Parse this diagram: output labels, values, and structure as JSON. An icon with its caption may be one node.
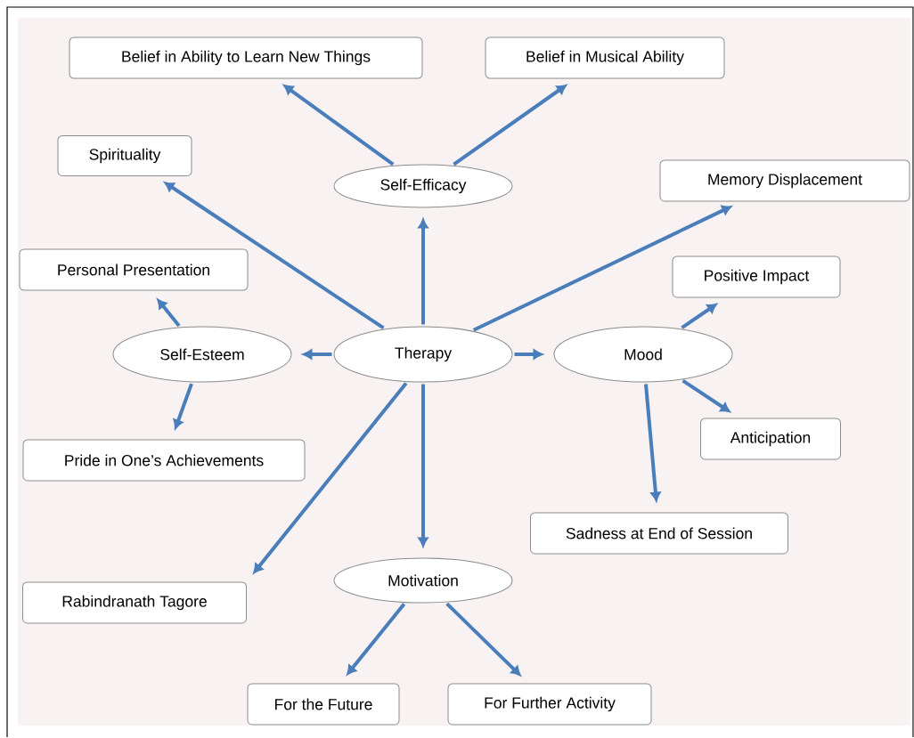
{
  "diagram": {
    "nodes": [
      {
        "text": [
          "Belief in Ability to Learn New Things"
        ]
      },
      {
        "text": [
          "Belief in Musical Ability"
        ]
      },
      {
        "text": [
          "Spirituality"
        ]
      },
      {
        "text": [
          "Self-Efficacy"
        ]
      },
      {
        "text": [
          "Memory Displacement"
        ]
      },
      {
        "text": [
          "Personal Presentation"
        ]
      },
      {
        "text": [
          "Positive Impact"
        ]
      },
      {
        "text": [
          "Self-Esteem"
        ]
      },
      {
        "text": [
          "Therapy"
        ]
      },
      {
        "text": [
          "Mood"
        ]
      },
      {
        "text": [
          "Anticipation"
        ]
      },
      {
        "text": [
          "Pride in One’s Achievements"
        ]
      },
      {
        "text": [
          "Sadness at End of Session"
        ]
      },
      {
        "text": [
          "Motivation"
        ]
      },
      {
        "text": [
          "Rabindranath Tagore"
        ]
      },
      {
        "text": [
          "For the Future"
        ]
      },
      {
        "text": [
          "For Further Activity"
        ]
      }
    ],
    "edges": [
      {
        "from": 8,
        "to": 3,
        "arrow": "to"
      },
      {
        "from": 8,
        "to": 2,
        "arrow": "to"
      },
      {
        "from": 8,
        "to": 4,
        "arrow": "to"
      },
      {
        "from": 8,
        "to": 7,
        "arrow": "to"
      },
      {
        "from": 8,
        "to": 9,
        "arrow": "to"
      },
      {
        "from": 8,
        "to": 13,
        "arrow": "to"
      },
      {
        "from": 8,
        "to": 14,
        "arrow": "to"
      },
      {
        "from": 3,
        "to": 0,
        "arrow": "to"
      },
      {
        "from": 3,
        "to": 1,
        "arrow": "to"
      },
      {
        "from": 7,
        "to": 5,
        "arrow": "to"
      },
      {
        "from": 7,
        "to": 11,
        "arrow": "to"
      },
      {
        "from": 9,
        "to": 6,
        "arrow": "to"
      },
      {
        "from": 9,
        "to": 10,
        "arrow": "to"
      },
      {
        "from": 9,
        "to": 12,
        "arrow": "to"
      },
      {
        "from": 13,
        "to": 15,
        "arrow": "to"
      },
      {
        "from": 13,
        "to": 16,
        "arrow": "to"
      }
    ]
  }
}
